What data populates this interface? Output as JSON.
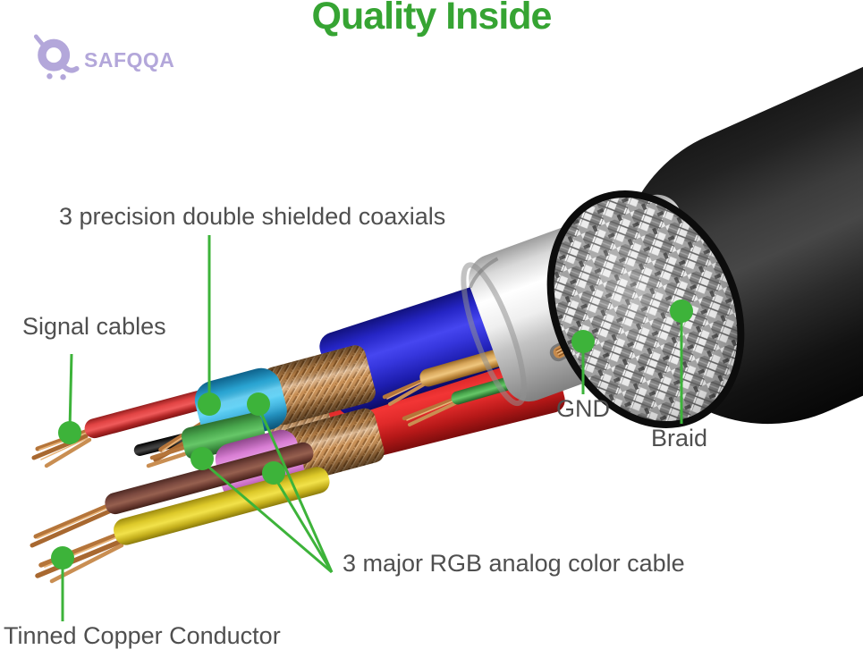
{
  "logo": {
    "text": "SAFQQA"
  },
  "title": "Quality Inside",
  "labels": {
    "coaxials": "3 precision double shielded coaxials",
    "signal": "Signal cables",
    "gnd": "GND",
    "braid": "Braid",
    "rgb": "3 major RGB analog color cable",
    "tinned": "Tinned Copper Conductor"
  },
  "colors": {
    "accent_green": "#3db33a",
    "title_green": "#36a433",
    "logo_lavender": "#b3a7da",
    "label_gray": "#4f4f4f",
    "jacket_black": "#1a1a1a",
    "foil_silver": "#d9d9d9",
    "braid_silver": "#c9c9c9",
    "copper": "#c68a4c",
    "wire_red": "#e02a2a",
    "wire_signal_red": "#e24444",
    "wire_blue": "#3636dd",
    "wire_cyan": "#3ab9e9",
    "wire_green": "#4aa84e",
    "wire_pink": "#ee8ce8",
    "wire_yellow": "#e5d336",
    "wire_brown": "#7c4a40",
    "wire_tan": "#d9a85c",
    "wire_black": "#222222"
  }
}
